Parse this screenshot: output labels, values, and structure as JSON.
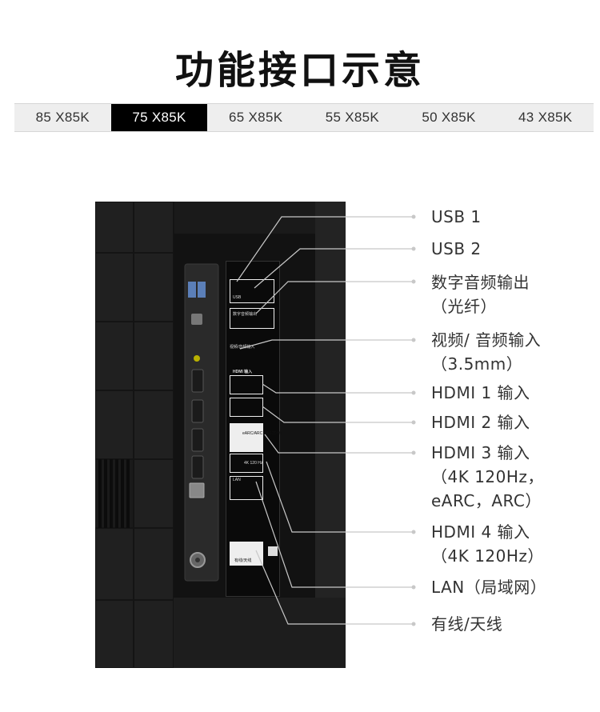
{
  "title": "功能接口示意",
  "tabs": [
    "85 X85K",
    "75 X85K",
    "65 X85K",
    "55 X85K",
    "50 X85K",
    "43 X85K"
  ],
  "active_tab": 1,
  "panel": {
    "usb_label": "USB",
    "optical_label": "数字音频输出",
    "av_label": "视频/音频输入",
    "hdmi_header": "HDMI 输入",
    "hdmi3_label": "eARC/ARC 4K 120 Hz",
    "hdmi4_label": "4K 120 Hz",
    "lan_label": "LAN",
    "antenna_label": "有线/天线"
  },
  "callouts": [
    {
      "lines": [
        "USB 1"
      ]
    },
    {
      "lines": [
        "USB 2"
      ]
    },
    {
      "lines": [
        "数字音频输出",
        "（光纤）"
      ]
    },
    {
      "lines": [
        "视频/ 音频输入",
        "（3.5mm）"
      ]
    },
    {
      "lines": [
        "HDMI 1 输入"
      ]
    },
    {
      "lines": [
        "HDMI 2 输入"
      ]
    },
    {
      "lines": [
        "HDMI 3 输入",
        "（4K 120Hz，",
        "eARC，ARC）"
      ]
    },
    {
      "lines": [
        "HDMI 4 输入",
        "（4K 120Hz）"
      ]
    },
    {
      "lines": [
        "LAN（局域网）"
      ]
    },
    {
      "lines": [
        "有线/天线"
      ]
    }
  ]
}
